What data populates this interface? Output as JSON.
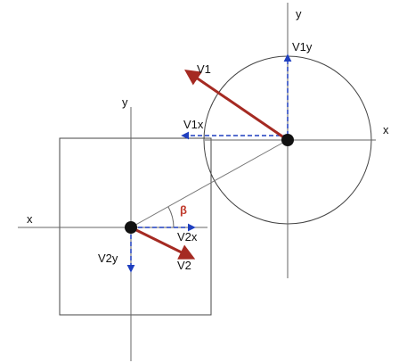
{
  "diagram": {
    "labels": {
      "y_circle": "y",
      "x_circle": "x",
      "v1": "V1",
      "v1x": "V1x",
      "v1y": "V1y",
      "y_square": "y",
      "x_square": "x",
      "v2": "V2",
      "v2x": "V2x",
      "v2y": "V2y",
      "beta": "β"
    },
    "colors": {
      "velocity_arrow": "#a52a22",
      "component_arrow": "#1f3fbf",
      "beta_label": "#c0392b",
      "lines": "#555555",
      "body_dot": "#111111"
    }
  }
}
